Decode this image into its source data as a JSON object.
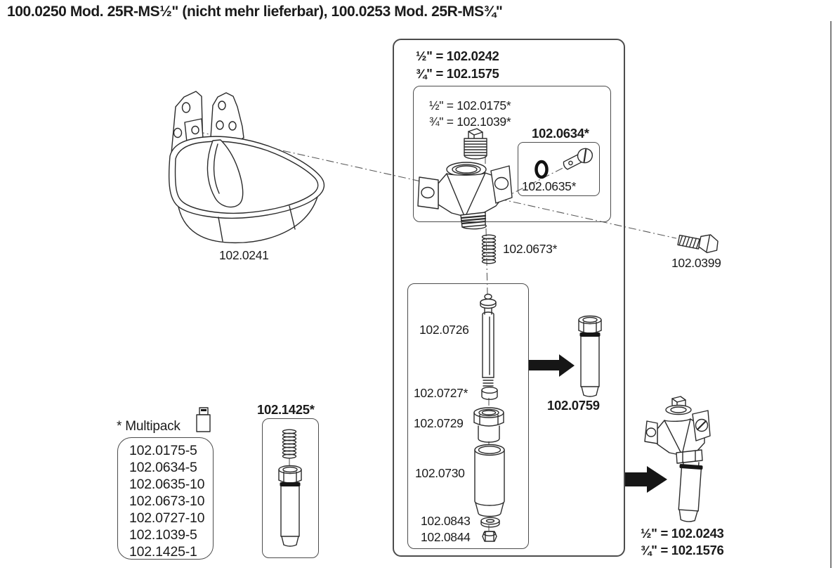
{
  "title": "100.0250 Mod. 25R-MS½\" (nicht mehr lieferbar), 100.0253 Mod. 25R-MS¾\"",
  "bowl": {
    "label": "102.0241"
  },
  "bolt": {
    "label": "102.0399"
  },
  "main_box": {
    "codes": [
      "½\" = 102.0242",
      "¾\" = 102.1575"
    ],
    "valve_box": {
      "codes": [
        "½\" = 102.0175*",
        "¾\" = 102.1039*"
      ],
      "pin_box_title": "102.0634*",
      "pin_box_label": "102.0635*"
    },
    "spring_label": "102.0673*",
    "parts_box": {
      "items": [
        "102.0726",
        "102.0727*",
        "102.0729",
        "102.0730",
        "102.0843",
        "102.0844"
      ]
    },
    "cartridge_label": "102.0759"
  },
  "multipack": {
    "title": "* Multipack",
    "items": [
      "102.0175-5",
      "102.0634-5",
      "102.0635-10",
      "102.0673-10",
      "102.0727-10",
      "102.1039-5",
      "102.1425-1"
    ]
  },
  "spare_box": {
    "title": "102.1425*"
  },
  "assembled": {
    "codes": [
      "½\" = 102.0243",
      "¾\" = 102.1576"
    ]
  }
}
